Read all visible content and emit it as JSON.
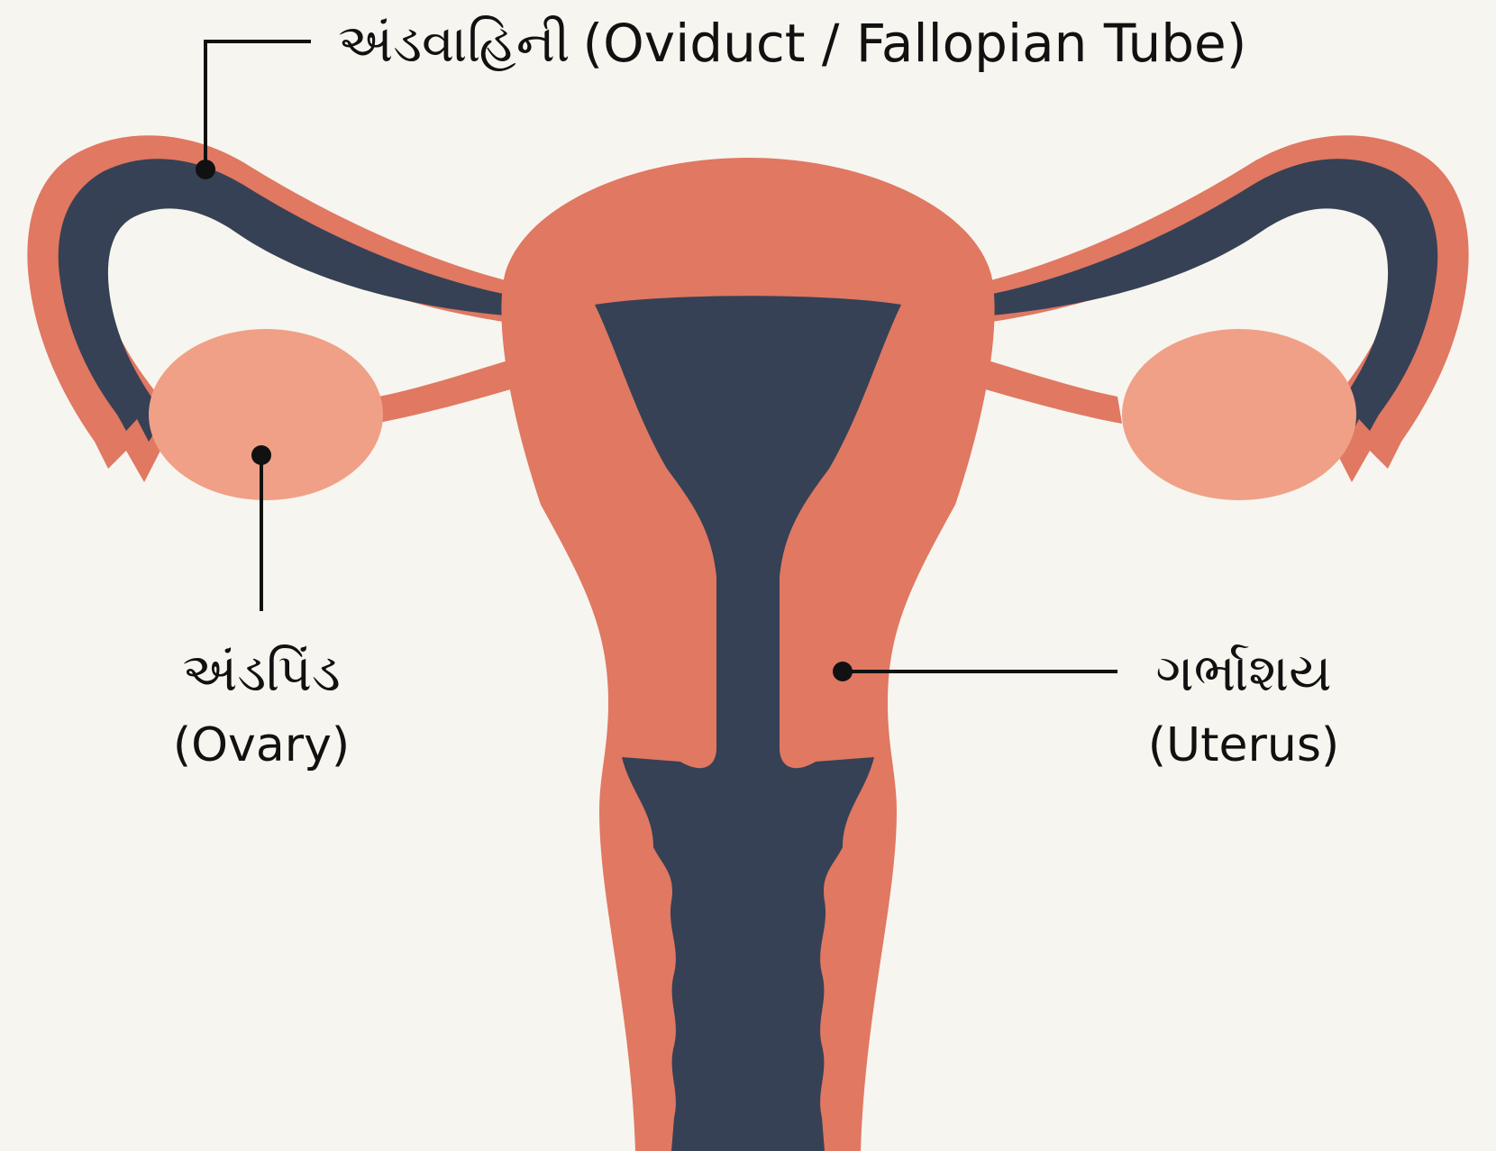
{
  "diagram": {
    "labels": {
      "oviduct_gu": "અંડવાહિની",
      "oviduct_en": "(Oviduct / Fallopian Tube)",
      "ovary_gu": "અંડપિંડ",
      "ovary_en": "(Ovary)",
      "uterus_gu": "ગર્ભાશય",
      "uterus_en": "(Uterus)"
    },
    "colors": {
      "background": "#f7f5ef",
      "tissue": "#e07862",
      "ovary": "#f0a086",
      "cavity": "#364155",
      "leader": "#111111"
    }
  }
}
